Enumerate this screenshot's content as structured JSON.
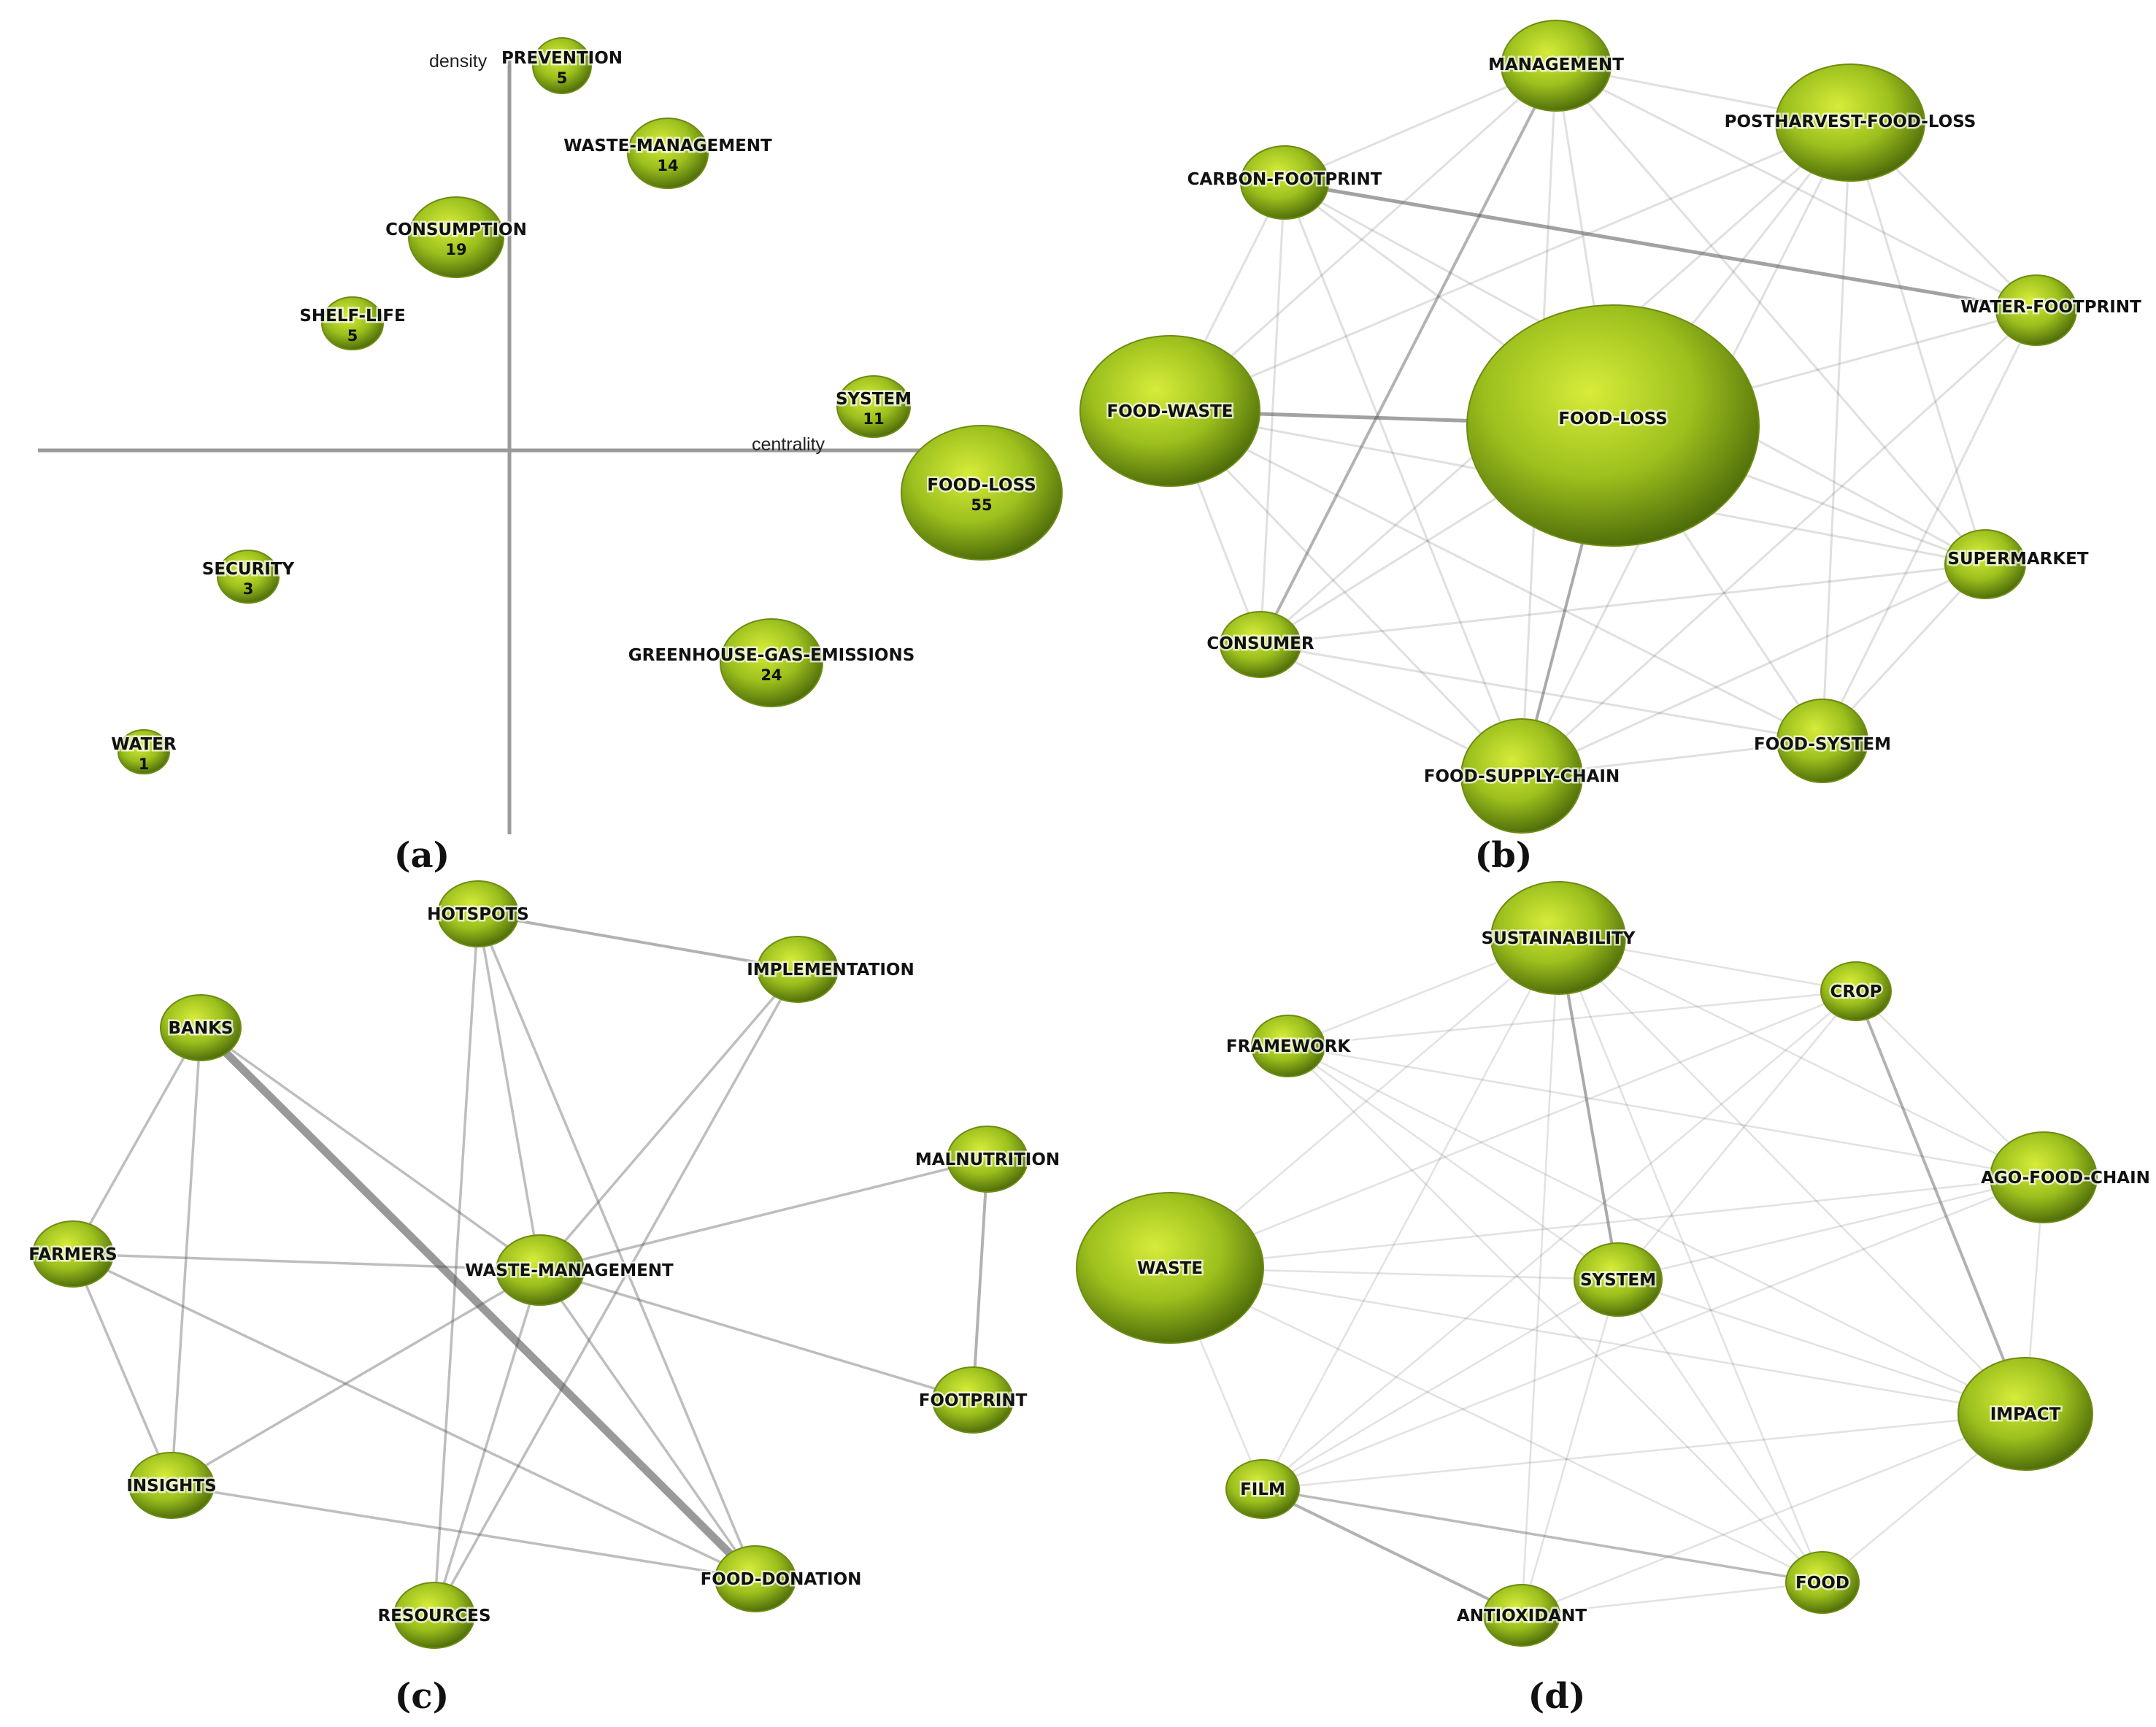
{
  "strategic_diagram": {
    "axis_y_label": "density",
    "axis_x_label": "centrality",
    "themes": [
      {
        "id": "prevention",
        "label": "PREVENTION",
        "count": "5"
      },
      {
        "id": "waste-management",
        "label": "WASTE-MANAGEMENT",
        "count": "14"
      },
      {
        "id": "consumption",
        "label": "CONSUMPTION",
        "count": "19"
      },
      {
        "id": "shelf-life",
        "label": "SHELF-LIFE",
        "count": "5"
      },
      {
        "id": "system",
        "label": "SYSTEM",
        "count": "11"
      },
      {
        "id": "food-loss",
        "label": "FOOD-LOSS",
        "count": "55"
      },
      {
        "id": "security",
        "label": "SECURITY",
        "count": "3"
      },
      {
        "id": "greenhouse-gas-emissions",
        "label": "GREENHOUSE-GAS-EMISSIONS",
        "count": "24"
      },
      {
        "id": "water",
        "label": "WATER",
        "count": "1"
      }
    ]
  },
  "networks": [
    {
      "panel": "b",
      "nodes": [
        {
          "id": "management",
          "label": "MANAGEMENT"
        },
        {
          "id": "postharvest",
          "label": "POSTHARVEST-FOOD-LOSS"
        },
        {
          "id": "carbon",
          "label": "CARBON-FOOTPRINT"
        },
        {
          "id": "water",
          "label": "WATER-FOOTPRINT"
        },
        {
          "id": "foodwaste",
          "label": "FOOD-WASTE"
        },
        {
          "id": "foodloss",
          "label": "FOOD-LOSS"
        },
        {
          "id": "supermarket",
          "label": "SUPERMARKET"
        },
        {
          "id": "consumer",
          "label": "CONSUMER"
        },
        {
          "id": "foodsystem",
          "label": "FOOD-SYSTEM"
        },
        {
          "id": "fsc",
          "label": "FOOD-SUPPLY-CHAIN"
        }
      ],
      "edges": [
        [
          "carbon",
          "water"
        ],
        [
          "foodwaste",
          "foodloss"
        ],
        [
          "management",
          "consumer"
        ],
        [
          "foodloss",
          "fsc"
        ],
        [
          "management",
          "foodloss"
        ],
        [
          "carbon",
          "foodwaste"
        ],
        [
          "carbon",
          "foodloss"
        ],
        [
          "foodwaste",
          "foodsystem"
        ],
        [
          "foodwaste",
          "fsc"
        ],
        [
          "foodloss",
          "foodsystem"
        ],
        [
          "consumer",
          "supermarket"
        ],
        [
          "management",
          "fsc"
        ],
        [
          "postharvest",
          "foodloss"
        ],
        [
          "postharvest",
          "fsc"
        ],
        [
          "water",
          "foodloss"
        ],
        [
          "supermarket",
          "foodloss"
        ],
        [
          "consumer",
          "foodloss"
        ],
        [
          "management",
          "foodwaste"
        ],
        [
          "management",
          "postharvest"
        ],
        [
          "management",
          "water"
        ],
        [
          "management",
          "supermarket"
        ],
        [
          "postharvest",
          "foodwaste"
        ],
        [
          "postharvest",
          "foodsystem"
        ],
        [
          "postharvest",
          "consumer"
        ],
        [
          "carbon",
          "consumer"
        ],
        [
          "carbon",
          "management"
        ],
        [
          "water",
          "fsc"
        ],
        [
          "water",
          "foodsystem"
        ],
        [
          "supermarket",
          "fsc"
        ],
        [
          "supermarket",
          "foodsystem"
        ],
        [
          "consumer",
          "fsc"
        ],
        [
          "consumer",
          "foodsystem"
        ],
        [
          "fsc",
          "foodsystem"
        ],
        [
          "foodwaste",
          "supermarket"
        ],
        [
          "foodwaste",
          "consumer"
        ],
        [
          "carbon",
          "supermarket"
        ],
        [
          "postharvest",
          "water"
        ],
        [
          "postharvest",
          "supermarket"
        ],
        [
          "carbon",
          "fsc"
        ]
      ]
    },
    {
      "panel": "c",
      "nodes": [
        {
          "id": "hotspots",
          "label": "HOTSPOTS"
        },
        {
          "id": "implementation",
          "label": "IMPLEMENTATION"
        },
        {
          "id": "banks",
          "label": "BANKS"
        },
        {
          "id": "malnutrition",
          "label": "MALNUTRITION"
        },
        {
          "id": "farmers",
          "label": "FARMERS"
        },
        {
          "id": "wm",
          "label": "WASTE-MANAGEMENT"
        },
        {
          "id": "footprint",
          "label": "FOOTPRINT"
        },
        {
          "id": "insights",
          "label": "INSIGHTS"
        },
        {
          "id": "fooddonation",
          "label": "FOOD-DONATION"
        },
        {
          "id": "resources",
          "label": "RESOURCES"
        }
      ],
      "edges": [
        [
          "banks",
          "fooddonation"
        ],
        [
          "hotspots",
          "implementation"
        ],
        [
          "malnutrition",
          "footprint"
        ],
        [
          "banks",
          "farmers"
        ],
        [
          "banks",
          "insights"
        ],
        [
          "farmers",
          "insights"
        ],
        [
          "hotspots",
          "resources"
        ],
        [
          "implementation",
          "resources"
        ],
        [
          "banks",
          "wm"
        ],
        [
          "hotspots",
          "wm"
        ],
        [
          "implementation",
          "wm"
        ],
        [
          "wm",
          "malnutrition"
        ],
        [
          "wm",
          "footprint"
        ],
        [
          "farmers",
          "wm"
        ],
        [
          "farmers",
          "fooddonation"
        ],
        [
          "insights",
          "fooddonation"
        ],
        [
          "insights",
          "wm"
        ],
        [
          "wm",
          "resources"
        ],
        [
          "wm",
          "fooddonation"
        ],
        [
          "hotspots",
          "fooddonation"
        ]
      ]
    },
    {
      "panel": "d",
      "nodes": [
        {
          "id": "sustainability",
          "label": "SUSTAINABILITY"
        },
        {
          "id": "crop",
          "label": "CROP"
        },
        {
          "id": "framework",
          "label": "FRAMEWORK"
        },
        {
          "id": "ago",
          "label": "AGO-FOOD-CHAIN"
        },
        {
          "id": "waste",
          "label": "WASTE"
        },
        {
          "id": "system",
          "label": "SYSTEM"
        },
        {
          "id": "impact",
          "label": "IMPACT"
        },
        {
          "id": "film",
          "label": "FILM"
        },
        {
          "id": "food",
          "label": "FOOD"
        },
        {
          "id": "antioxidant",
          "label": "ANTIOXIDANT"
        }
      ],
      "edges": [
        [
          "sustainability",
          "system"
        ],
        [
          "crop",
          "impact"
        ],
        [
          "film",
          "antioxidant"
        ],
        [
          "film",
          "food"
        ],
        [
          "antioxidant",
          "food"
        ],
        [
          "system",
          "impact"
        ],
        [
          "system",
          "film"
        ],
        [
          "crop",
          "system"
        ],
        [
          "framework",
          "system"
        ],
        [
          "waste",
          "system"
        ],
        [
          "system",
          "food"
        ],
        [
          "system",
          "ago"
        ],
        [
          "system",
          "antioxidant"
        ],
        [
          "waste",
          "ago"
        ],
        [
          "waste",
          "impact"
        ],
        [
          "waste",
          "crop"
        ],
        [
          "sustainability",
          "crop"
        ],
        [
          "sustainability",
          "film"
        ],
        [
          "sustainability",
          "impact"
        ],
        [
          "sustainability",
          "food"
        ],
        [
          "framework",
          "ago"
        ],
        [
          "framework",
          "impact"
        ],
        [
          "framework",
          "food"
        ],
        [
          "film",
          "impact"
        ],
        [
          "ago",
          "impact"
        ],
        [
          "food",
          "impact"
        ],
        [
          "antioxidant",
          "impact"
        ],
        [
          "crop",
          "ago"
        ],
        [
          "film",
          "crop"
        ],
        [
          "waste",
          "food"
        ],
        [
          "sustainability",
          "antioxidant"
        ],
        [
          "sustainability",
          "waste"
        ],
        [
          "sustainability",
          "ago"
        ],
        [
          "framework",
          "crop"
        ],
        [
          "framework",
          "sustainability"
        ],
        [
          "waste",
          "film"
        ],
        [
          "ago",
          "film"
        ]
      ]
    }
  ],
  "panel_labels": [
    "(a)",
    "(b)",
    "(c)",
    "(d)"
  ]
}
